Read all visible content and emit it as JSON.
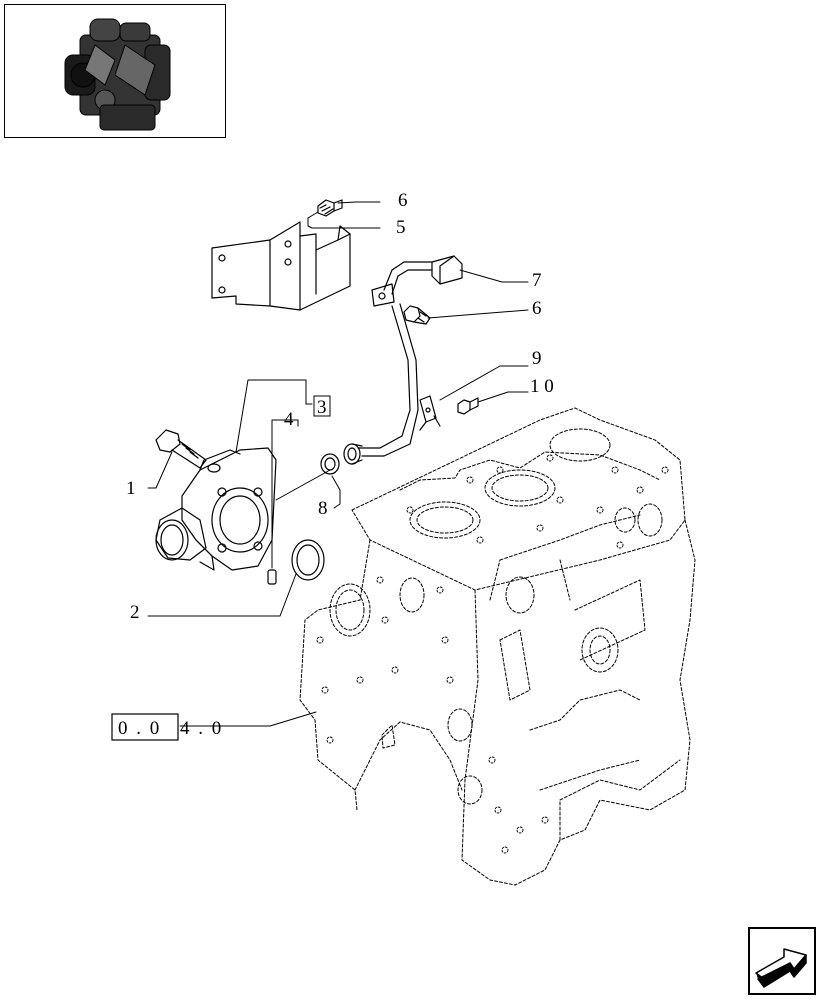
{
  "thumbnail": {
    "icon": "engine-thumbnail-icon"
  },
  "callouts": [
    {
      "id": "c1",
      "text": "1"
    },
    {
      "id": "c2",
      "text": "2"
    },
    {
      "id": "c3",
      "text": "3",
      "boxed": true
    },
    {
      "id": "c4",
      "text": "4"
    },
    {
      "id": "c5",
      "text": "5"
    },
    {
      "id": "c6a",
      "text": "6"
    },
    {
      "id": "c6b",
      "text": "6"
    },
    {
      "id": "c7",
      "text": "7"
    },
    {
      "id": "c8",
      "text": "8"
    },
    {
      "id": "c9",
      "text": "9"
    },
    {
      "id": "c10",
      "text": "1 0"
    }
  ],
  "reference": {
    "boxed": "0 . 0",
    "rest": "4 . 0"
  },
  "nav": {
    "icon": "next-page-arrow-icon"
  }
}
